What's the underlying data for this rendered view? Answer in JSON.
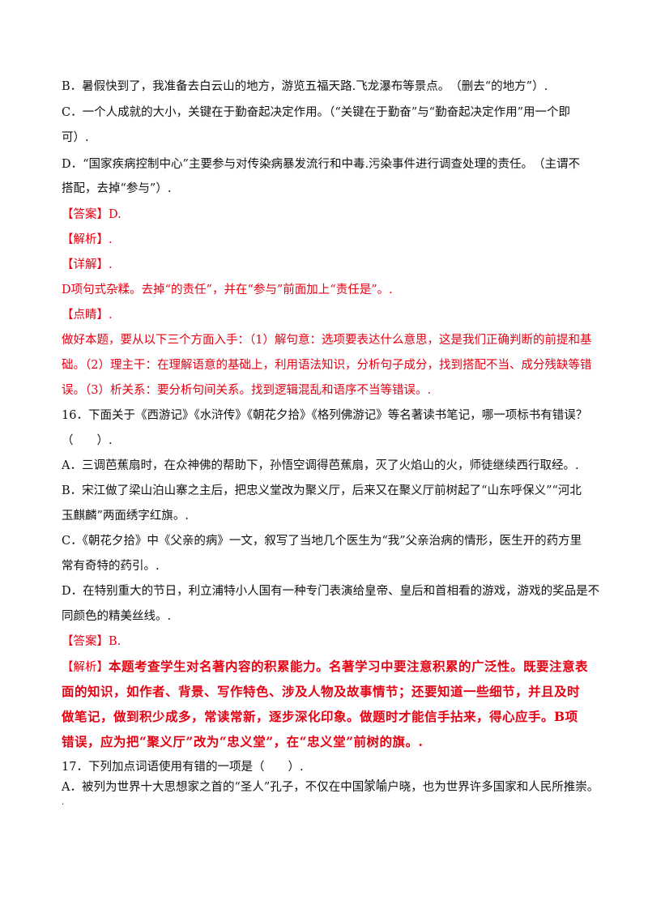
{
  "lines": {
    "b15": "B．暑假快到了，我准备去白云山的地方，游览五福天路.飞龙瀑布等景点。　（删去“的地方”）.",
    "c15_1": "C．一个人成就的大小，关键在于勤奋起决定作用。（“关键在于勤奋”与“勤奋起决定作用”用一个即",
    "c15_2": "可）.",
    "d15_1": "D．“国家疾病控制中心”主要参与对传染病暴发流行和中毒.污染事件进行调查处理的责任。　（主谓不",
    "d15_2": "搭配，去掉“参与”）.",
    "answer15": "【答案】D.",
    "analysis15": "【解析】.",
    "detail15": "【详解】.",
    "detail15_text": "D项句式杂糅。去掉“的责任”，并在“参与”前面加上“责任是”。.",
    "point15": "【点睛】.",
    "point15_1": "做好本题，要从以下三个方面入手：（1）解句意：选项要表达什么意思，这是我们正确判断的前提和基",
    "point15_2": "础。（2）理主干：在理解语意的基础上，利用语法知识，分析句子成分，找到搭配不当、成分残缺等错",
    "point15_3": "误。（3）析关系：要分析句间关系。找到逻辑混乱和语序不当等错误。.",
    "q16_1": "16．下面关于《西游记》《水浒传》《朝花夕拾》《格列佛游记》等名著读书笔记，哪一项标书有错误？",
    "q16_2": "（　　）.",
    "a16": "A．三调芭蕉扇时，在众神佛的帮助下，孙悟空调得芭蕉扇，灭了火焰山的火，师徒继续西行取经。.",
    "b16_1": "B．宋江做了梁山泊山寨之主后，把忠义堂改为聚义厅，后来又在聚义厅前树起了“山东呼保义”“河北",
    "b16_2": "玉麒麟”两面绣字红旗。.",
    "c16_1": "C．《朝花夕拾》中《父亲的病》一文，叙写了当地几个医生为“我”父亲治病的情形，医生开的药方里",
    "c16_2": "常有奇特的药引。.",
    "d16_1": "D．在特别重大的节日，利立浦特小人国有一种专门表演给皇帝、皇后和首相看的游戏，游戏的奖品是不",
    "d16_2": "同颜色的精美丝线。.",
    "answer16": "【答案】B.",
    "analysis16_tag": "【解析】",
    "analysis16_1": "本题考查学生对名著内容的积累能力。名著学习中要注意积累的广泛性。既要注意表",
    "analysis16_2": "面的知识，如作者、背景、写作特色、涉及人物及故事情节；还要知道一些细节，并且及时",
    "analysis16_3": "做笔记，做到积少成多，常读常新，逐步深化印象。做题时才能信手拈来，得心应手。B项",
    "analysis16_4": "错误，应为把“聚义厅”改为“忠义堂”，在“忠义堂”前树的旗。.",
    "q17": "17．下列加点词语使用有错的一项是（　　）.",
    "a17_pre": "A．被列为世界十大思想家之首的“圣人”孔子，不仅在中国",
    "a17_dotted": "家喻户晓",
    "a17_post": "，也为世界许多国家和人民所推崇。",
    "a17_end": "."
  }
}
